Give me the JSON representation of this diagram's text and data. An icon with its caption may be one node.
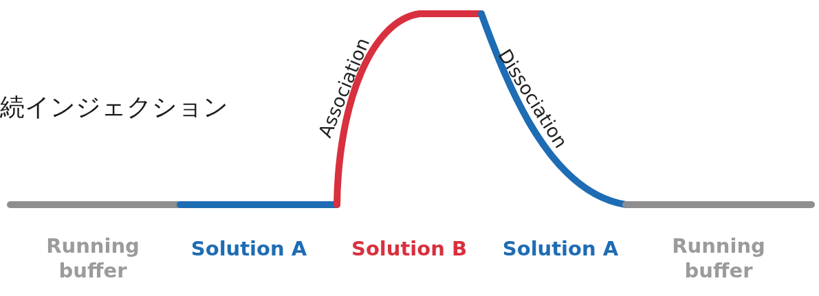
{
  "diagram": {
    "labels": [
      "続インジェクション",
      "Association",
      "Dissociation",
      "Running buffer",
      "Solution A",
      "Solution B",
      "Solution A",
      "Running buffer"
    ]
  }
}
